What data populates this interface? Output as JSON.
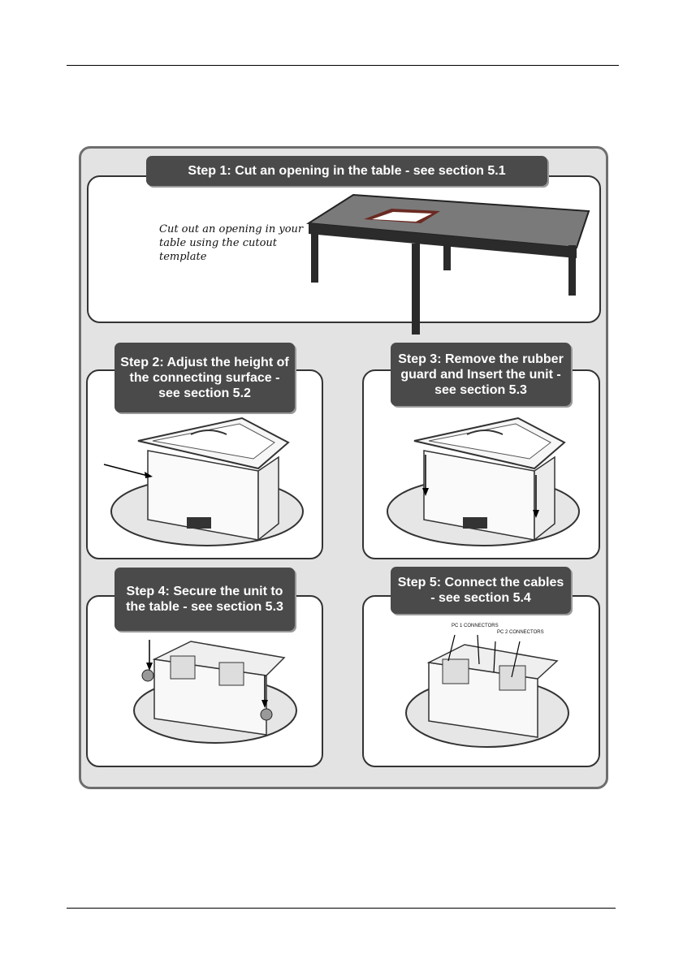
{
  "steps": [
    {
      "label": "Step 1: Cut an opening in the table - see section 5.1",
      "note": "Cut out an opening in your\ntable using the cutout\ntemplate"
    },
    {
      "label": "Step 2: Adjust the height of the connecting surface - see section 5.2"
    },
    {
      "label": "Step 3: Remove the rubber guard and Insert the unit - see section 5.3"
    },
    {
      "label": "Step 4: Secure the unit to the table - see section 5.3"
    },
    {
      "label": "Step 5: Connect the cables - see section 5.4",
      "callouts": [
        "PC 1 CONNECTORS",
        "PC 2 CONNECTORS"
      ]
    }
  ]
}
